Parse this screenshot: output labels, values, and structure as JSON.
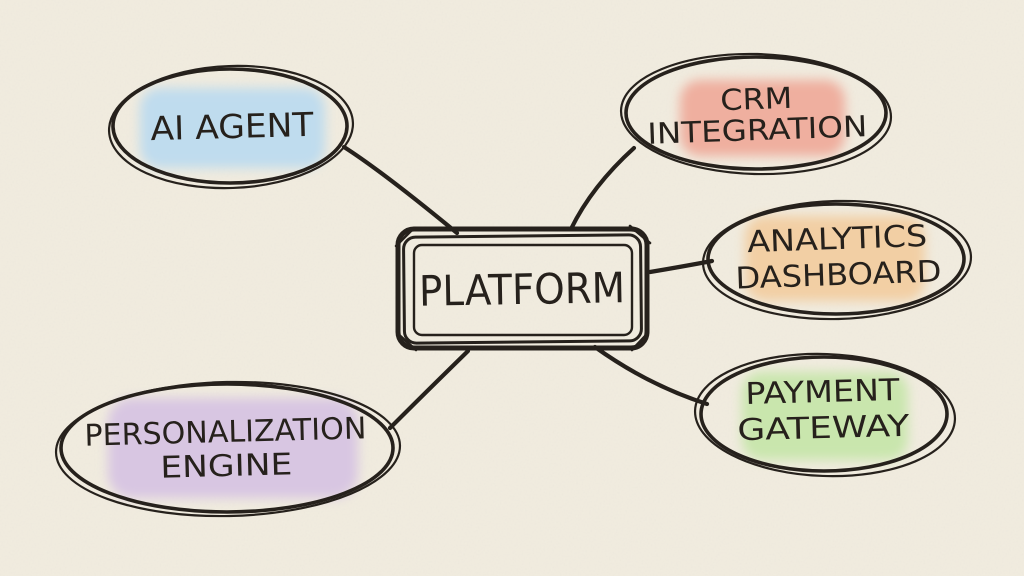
{
  "diagram": {
    "type": "mindmap",
    "center": {
      "id": "platform",
      "label": "PLATFORM"
    },
    "nodes": [
      {
        "id": "ai-agent",
        "lines": [
          "AI AGENT"
        ],
        "highlight": "#bfdcee"
      },
      {
        "id": "crm-integration",
        "lines": [
          "CRM",
          "INTEGRATION"
        ],
        "highlight": "#efaf9f"
      },
      {
        "id": "analytics-dashboard",
        "lines": [
          "ANALYTICS",
          "DASHBOARD"
        ],
        "highlight": "#f2cfa4"
      },
      {
        "id": "payment-gateway",
        "lines": [
          "PAYMENT",
          "GATEWAY"
        ],
        "highlight": "#c9e6ad"
      },
      {
        "id": "personalization-engine",
        "lines": [
          "PERSONALIZATION",
          "ENGINE"
        ],
        "highlight": "#d8c6e2"
      }
    ],
    "connections": [
      {
        "from": "platform",
        "to": "ai-agent"
      },
      {
        "from": "platform",
        "to": "crm-integration"
      },
      {
        "from": "platform",
        "to": "analytics-dashboard"
      },
      {
        "from": "platform",
        "to": "payment-gateway"
      },
      {
        "from": "platform",
        "to": "personalization-engine"
      }
    ],
    "colors": {
      "background": "#f1ecdf",
      "ink": "#26211c"
    }
  }
}
